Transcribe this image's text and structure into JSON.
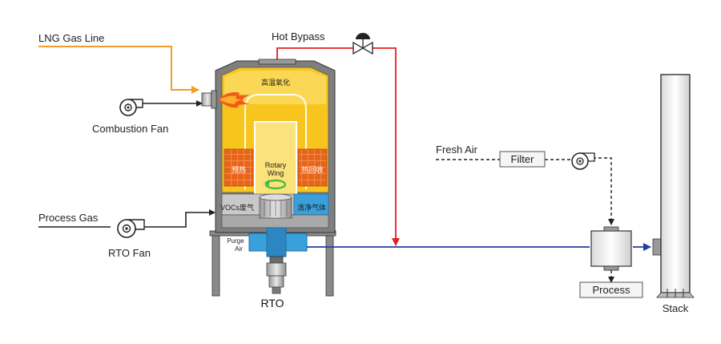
{
  "labels": {
    "lng_gas_line": "LNG Gas Line",
    "hot_bypass": "Hot Bypass",
    "combustion_fan": "Combustion Fan",
    "high_temp_oxidation": "高温氧化",
    "preheat": "预热",
    "rotary_wing_1": "Rotary",
    "rotary_wing_2": "Wing",
    "heat_recovery": "热回收",
    "vocs_waste_gas": "VOCs废气",
    "clean_gas": "清净气体",
    "purge_air_1": "Purge",
    "purge_air_2": "Air",
    "process_gas": "Process Gas",
    "rto_fan": "RTO Fan",
    "rto": "RTO",
    "fresh_air": "Fresh Air",
    "filter": "Filter",
    "process": "Process",
    "stack": "Stack"
  },
  "colors": {
    "lng_line": "#f39c2b",
    "hot_bypass_line": "#e02020",
    "process_line": "#1f3f9e",
    "chamber_yellow": "#f7c51e",
    "chamber_light": "#fbe27a",
    "bed_orange": "#e8641c",
    "blue_zone": "#3aa0dc",
    "grey": "#8a8a8a",
    "dark": "#222222"
  },
  "icons": {
    "fan": "fan-icon",
    "valve": "valve-icon",
    "flame": "flame-icon",
    "rotation": "rotation-arrow-icon"
  }
}
